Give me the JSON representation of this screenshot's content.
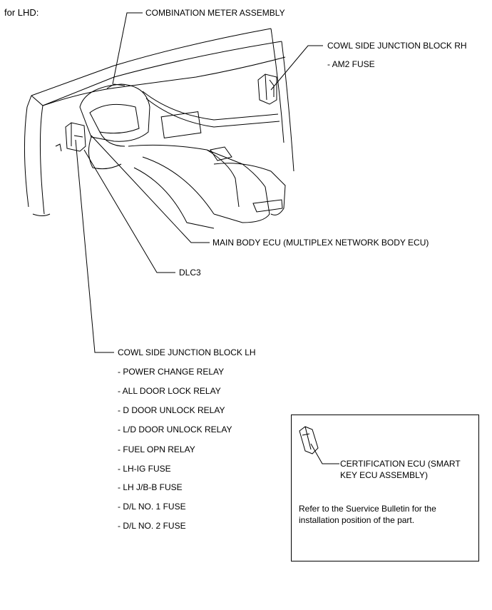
{
  "heading": "for LHD:",
  "labels": {
    "combination_meter": "COMBINATION METER ASSEMBLY",
    "cowl_rh": "COWL SIDE JUNCTION BLOCK RH",
    "am2_fuse": "- AM2 FUSE",
    "main_body_ecu": "MAIN BODY ECU (MULTIPLEX NETWORK BODY ECU)",
    "dlc3": "DLC3",
    "cowl_lh": "COWL SIDE JUNCTION BLOCK LH"
  },
  "cowl_lh_items": [
    "- POWER CHANGE RELAY",
    "- ALL DOOR LOCK RELAY",
    "- D DOOR UNLOCK RELAY",
    "- L/D DOOR UNLOCK RELAY",
    "- FUEL OPN RELAY",
    "- LH-IG FUSE",
    "- LH J/B-B FUSE",
    "- D/L NO. 1 FUSE",
    "- D/L NO. 2 FUSE"
  ],
  "note_box": {
    "certification_ecu_line1": "CERTIFICATION ECU (SMART",
    "certification_ecu_line2": "KEY ECU ASSEMBLY)",
    "note_line1": "Refer to the Suervice Bulletin for the",
    "note_line2": "installation position of the part."
  }
}
